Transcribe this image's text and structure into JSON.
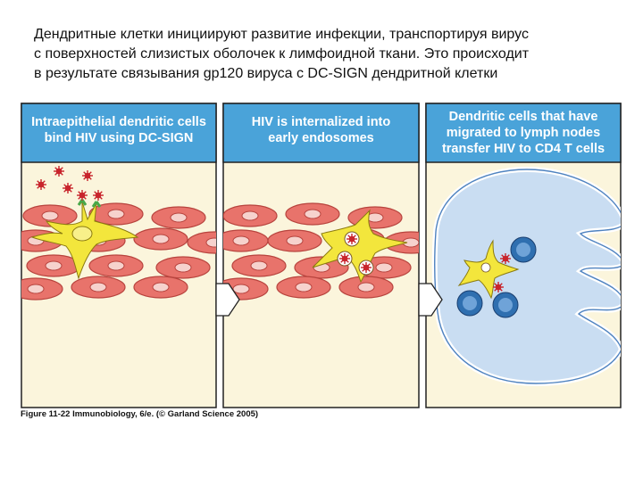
{
  "caption": {
    "line1": "Дендритные клетки инициируют развитие инфекции, транспортируя вирус",
    "line2": "с поверхностей слизистых оболочек к лимфоидной ткани. Это происходит",
    "line3": "в результате связывания gp120 вируса с DC-SIGN дендритной клетки"
  },
  "panels": [
    {
      "title_line1": "Intraepithelial dendritic cells",
      "title_line2": "bind HIV using DC-SIGN"
    },
    {
      "title_line1": "HIV is internalized into",
      "title_line2": "early endosomes"
    },
    {
      "title_line1": "Dendritic cells that have",
      "title_line2": "migrated to lymph nodes",
      "title_line3": "transfer HIV to CD4 T cells"
    }
  ],
  "figure_credit": "Figure 11-22  Immunobiology, 6/e. (© Garland Science 2005)",
  "colors": {
    "title_bar": "#4aa3d9",
    "panel_bg": "#fbf5dc",
    "epithelial_cell": "#e8736b",
    "dendritic_cell": "#f3e63c",
    "hiv_virus": "#c8242c",
    "dc_sign": "#49a84a",
    "lymph_node": "#c9ddf2",
    "t_cell": "#2f6fb0",
    "arrow": "#ffffff"
  }
}
